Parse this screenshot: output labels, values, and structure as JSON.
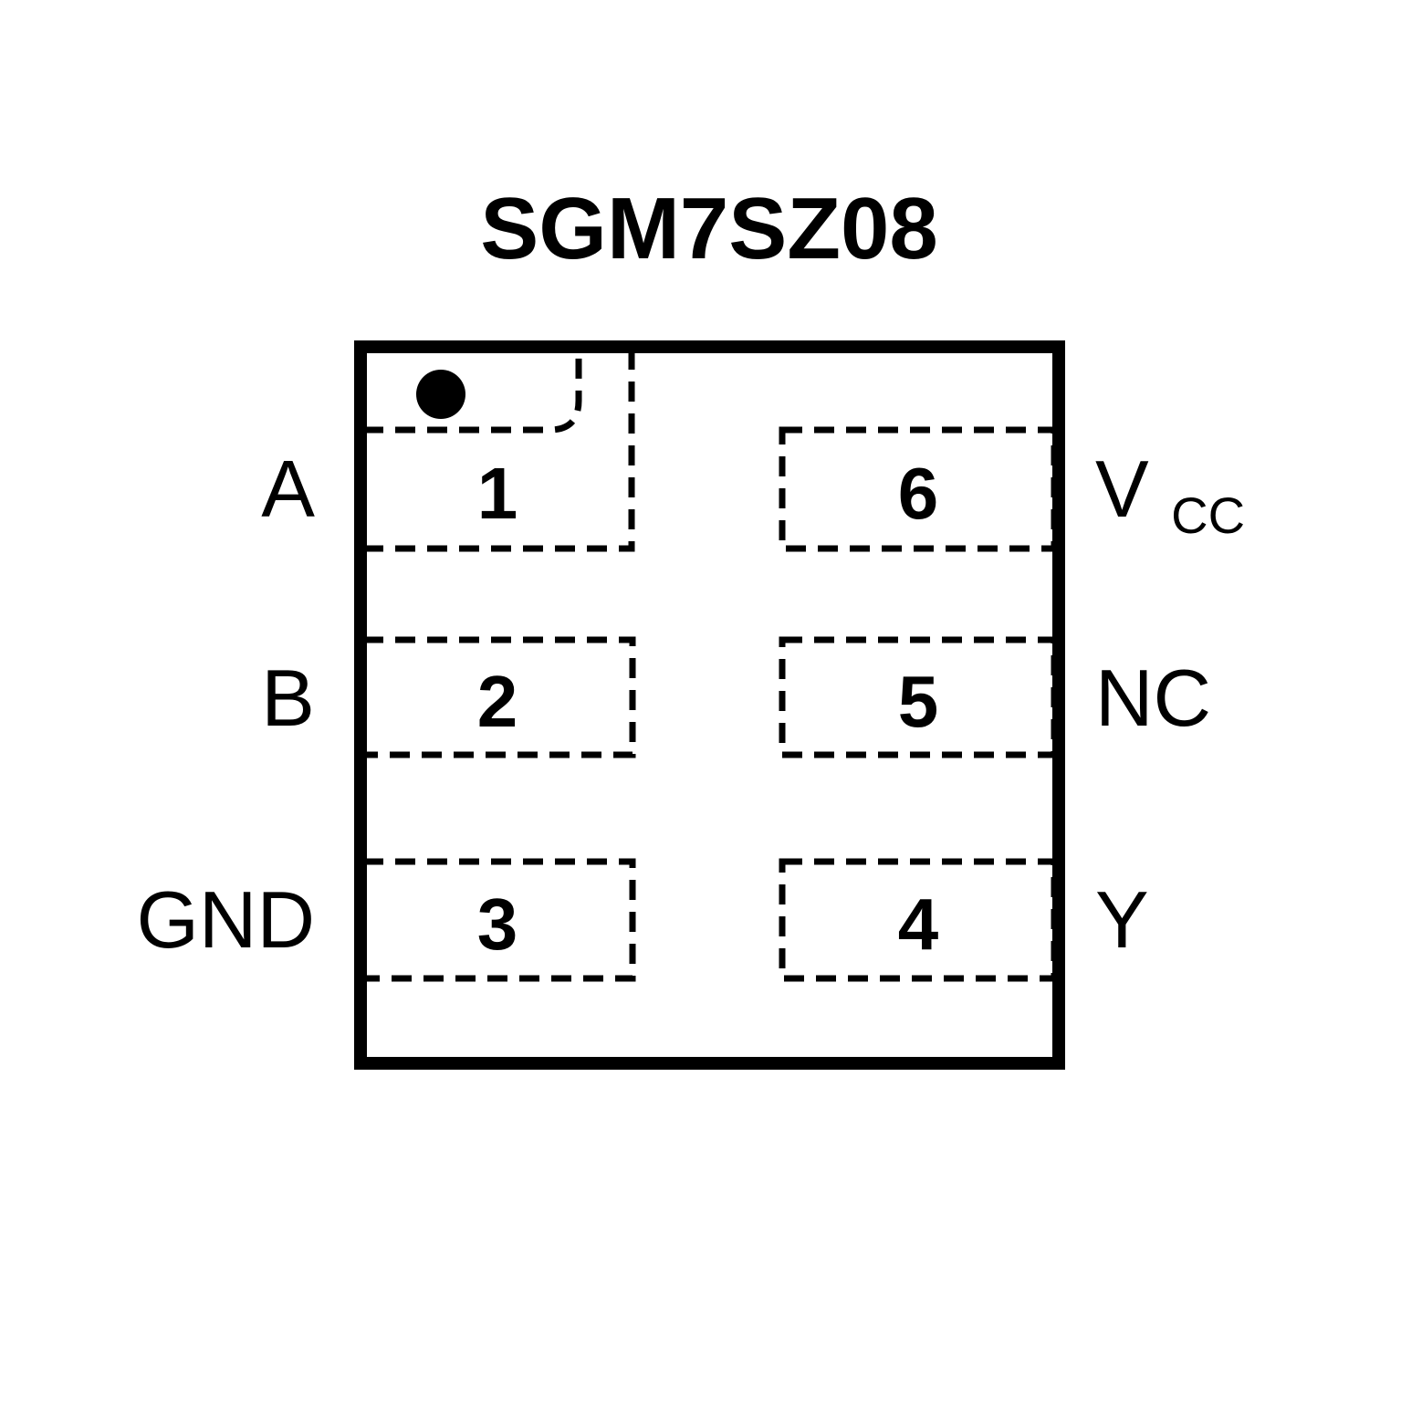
{
  "title": "SGM7SZ08",
  "chip": {
    "pin1_indicator": "filled-dot",
    "left_pins": [
      {
        "number": "1",
        "label": "A"
      },
      {
        "number": "2",
        "label": "B"
      },
      {
        "number": "3",
        "label": "GND"
      }
    ],
    "right_pins": [
      {
        "number": "6",
        "label": "V",
        "label_sub": "CC"
      },
      {
        "number": "5",
        "label": "NC",
        "label_sub": ""
      },
      {
        "number": "4",
        "label": "Y",
        "label_sub": ""
      }
    ]
  },
  "colors": {
    "line": "#000000",
    "background": "#ffffff"
  }
}
